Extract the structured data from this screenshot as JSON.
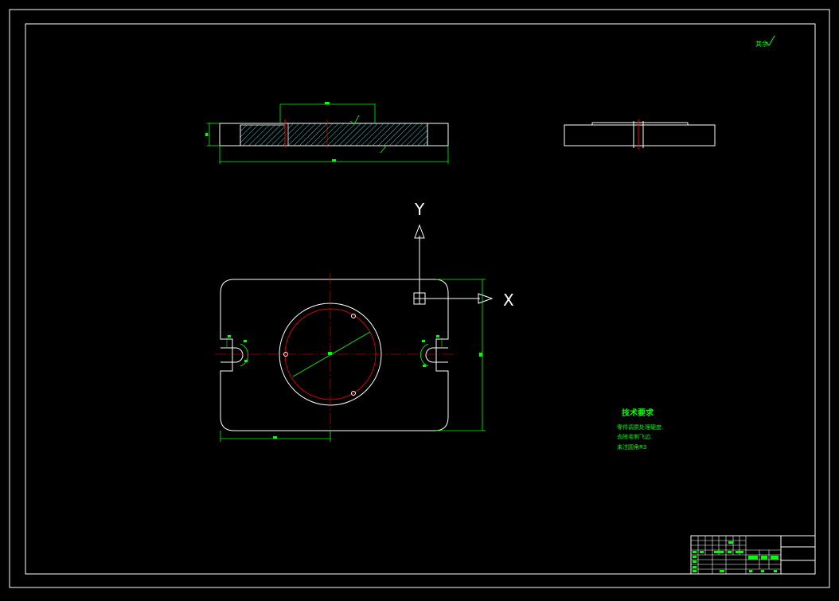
{
  "colors": {
    "background": "#000000",
    "outline": "#ffffff",
    "dimension": "#00ff00",
    "centerline": "#ff0000",
    "hatch": "#3fd3d3"
  },
  "axes": {
    "x_label": "X",
    "y_label": "Y"
  },
  "tech_requirements": {
    "title": "技术要求",
    "items": [
      "零件调质处理硬度.",
      "去除毛刺飞边.",
      "未注圆角R3"
    ]
  },
  "roughness_note": "其余",
  "title_block": {
    "cells": [
      "",
      "",
      "",
      "",
      "",
      ""
    ]
  }
}
